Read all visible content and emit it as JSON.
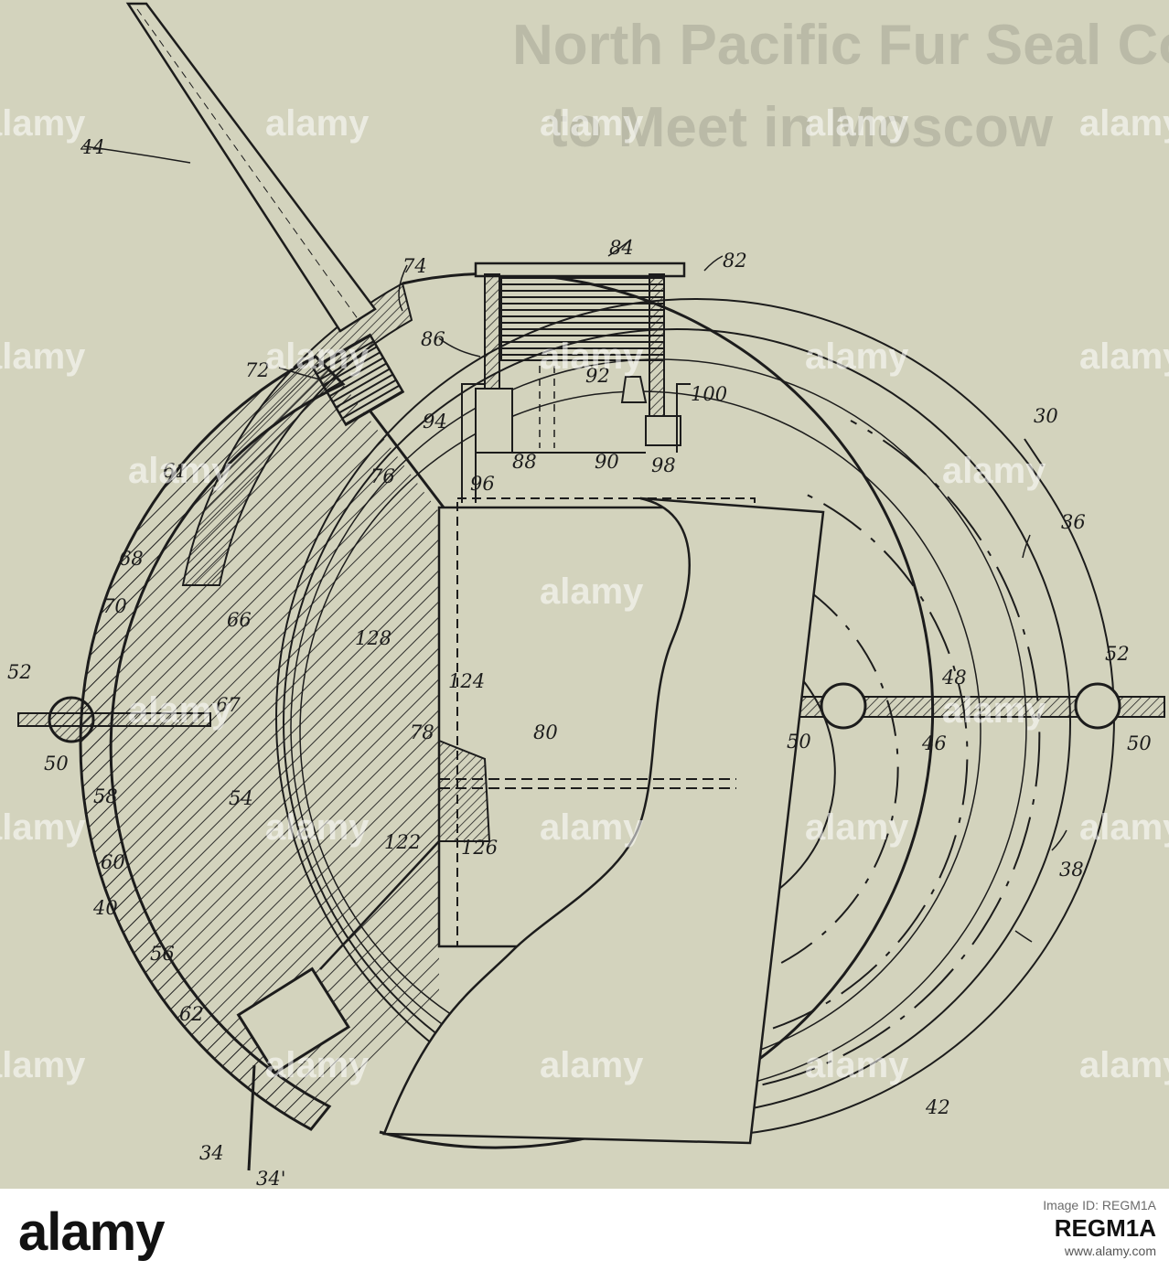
{
  "background_text": {
    "line1": "North Pacific Fur Seal Commission",
    "line2": "to Meet in Moscow"
  },
  "watermark": {
    "brand": "alamy",
    "color": "#ffffff"
  },
  "drawing": {
    "reference_numerals": [
      "44",
      "84",
      "74",
      "82",
      "86",
      "72",
      "92",
      "100",
      "30",
      "94",
      "88",
      "90",
      "61",
      "76",
      "96",
      "98",
      "36",
      "68",
      "70",
      "66",
      "128",
      "52",
      "52",
      "124",
      "48",
      "67",
      "78",
      "80",
      "50",
      "46",
      "50",
      "50",
      "58",
      "54",
      "122",
      "126",
      "60",
      "38",
      "40",
      "56",
      "62",
      "42",
      "34",
      "34'"
    ],
    "paper_color": "#d3d3bd",
    "ink_color": "#1c1c1c"
  },
  "footer": {
    "brand": "alamy",
    "image_id_label": "Image ID: REGM1A",
    "image_id": "REGM1A",
    "site": "www.alamy.com"
  }
}
